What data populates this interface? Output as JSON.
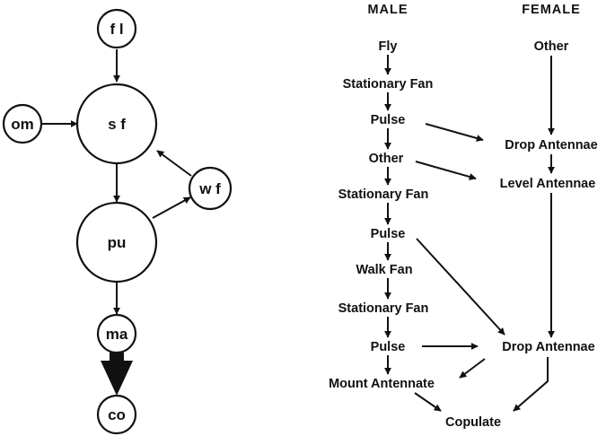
{
  "state_diagram": {
    "nodes": {
      "fl": "f l",
      "om": "om",
      "sf": "s f",
      "wf": "w f",
      "pu": "pu",
      "ma": "ma",
      "co": "co"
    },
    "edges": [
      {
        "from": "fl",
        "to": "sf"
      },
      {
        "from": "om",
        "to": "sf"
      },
      {
        "from": "sf",
        "to": "pu"
      },
      {
        "from": "pu",
        "to": "wf"
      },
      {
        "from": "wf",
        "to": "sf"
      },
      {
        "from": "pu",
        "to": "ma"
      },
      {
        "from": "ma",
        "to": "co",
        "emphasis": "heavy"
      }
    ]
  },
  "flow_diagram": {
    "headers": {
      "male": "MALE",
      "female": "FEMALE"
    },
    "male_sequence": [
      "Fly",
      "Stationary Fan",
      "Pulse",
      "Other",
      "Stationary Fan",
      "Pulse",
      "Walk Fan",
      "Stationary Fan",
      "Pulse",
      "Mount Antennate"
    ],
    "female_sequence": [
      "Other",
      "Drop Antennae",
      "Level Antennae",
      "Drop Antennae"
    ],
    "final": "Copulate"
  }
}
